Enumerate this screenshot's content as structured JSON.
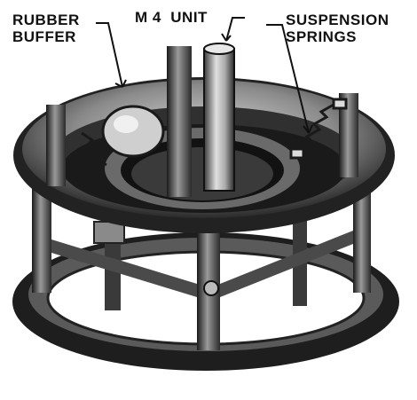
{
  "labels": {
    "rubber_buffer": "RUBBER\nBUFFER",
    "m4_unit": "M 4  UNIT",
    "suspension_springs": "SUSPENSION\nSPRINGS"
  },
  "colors": {
    "ink": "#111111",
    "metal_dark": "#2a2a2a",
    "metal_mid": "#6b6b6b",
    "metal_light": "#bdbdbd",
    "paper": "#ffffff"
  }
}
